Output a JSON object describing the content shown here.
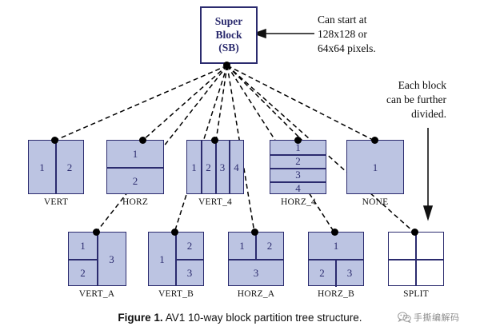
{
  "figure": {
    "caption_bold": "Figure 1.",
    "caption_rest": " AV1 10-way block partition tree structure."
  },
  "root": {
    "label_line1": "Super",
    "label_line2": "Block",
    "label_line3": "(SB)"
  },
  "annotations": {
    "start_note": "Can start at\n128x128 or\n64x64 pixels.",
    "further_note": "Each block\ncan be further\ndivided."
  },
  "colors": {
    "block_fill": "#bcc4e2",
    "block_stroke": "#2b2b6e",
    "text_blue": "#2b2b6e",
    "wire": "#000000",
    "watermark": "#8c8c8c"
  },
  "partitions": {
    "row1": [
      {
        "name": "VERT",
        "label": "VERT",
        "cells": [
          "1",
          "2"
        ]
      },
      {
        "name": "HORZ",
        "label": "HORZ",
        "cells": [
          "1",
          "2"
        ]
      },
      {
        "name": "VERT_4",
        "label": "VERT_4",
        "cells": [
          "1",
          "2",
          "3",
          "4"
        ]
      },
      {
        "name": "HORZ_4",
        "label": "HORZ_4",
        "cells": [
          "1",
          "2",
          "3",
          "4"
        ]
      },
      {
        "name": "NONE",
        "label": "NONE",
        "cells": [
          "1"
        ]
      }
    ],
    "row2": [
      {
        "name": "VERT_A",
        "label": "VERT_A",
        "cells": [
          "1",
          "2",
          "3"
        ]
      },
      {
        "name": "VERT_B",
        "label": "VERT_B",
        "cells": [
          "1",
          "2",
          "3"
        ]
      },
      {
        "name": "HORZ_A",
        "label": "HORZ_A",
        "cells": [
          "1",
          "2",
          "3"
        ]
      },
      {
        "name": "HORZ_B",
        "label": "HORZ_B",
        "cells": [
          "1",
          "2",
          "3"
        ]
      },
      {
        "name": "SPLIT",
        "label": "SPLIT",
        "cells": [
          "",
          "",
          "",
          ""
        ]
      }
    ]
  },
  "watermark": {
    "icon": "wechat-icon",
    "text": "手撕编解码"
  }
}
